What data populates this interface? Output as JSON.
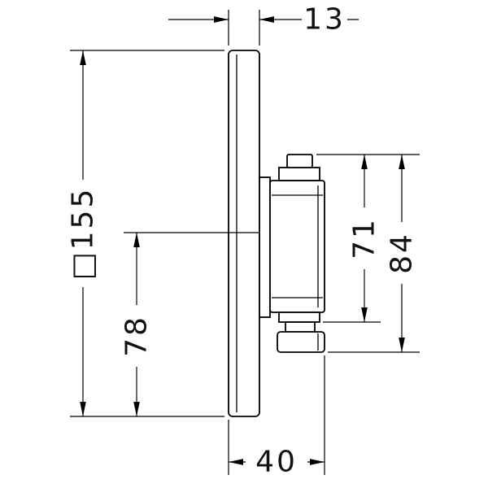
{
  "drawing": {
    "dimensions": {
      "plate_depth": "13",
      "plate_size": "□155",
      "lower_section_height": "78",
      "handle_height": "71",
      "handle_total_height": "84",
      "total_depth": "40"
    }
  }
}
